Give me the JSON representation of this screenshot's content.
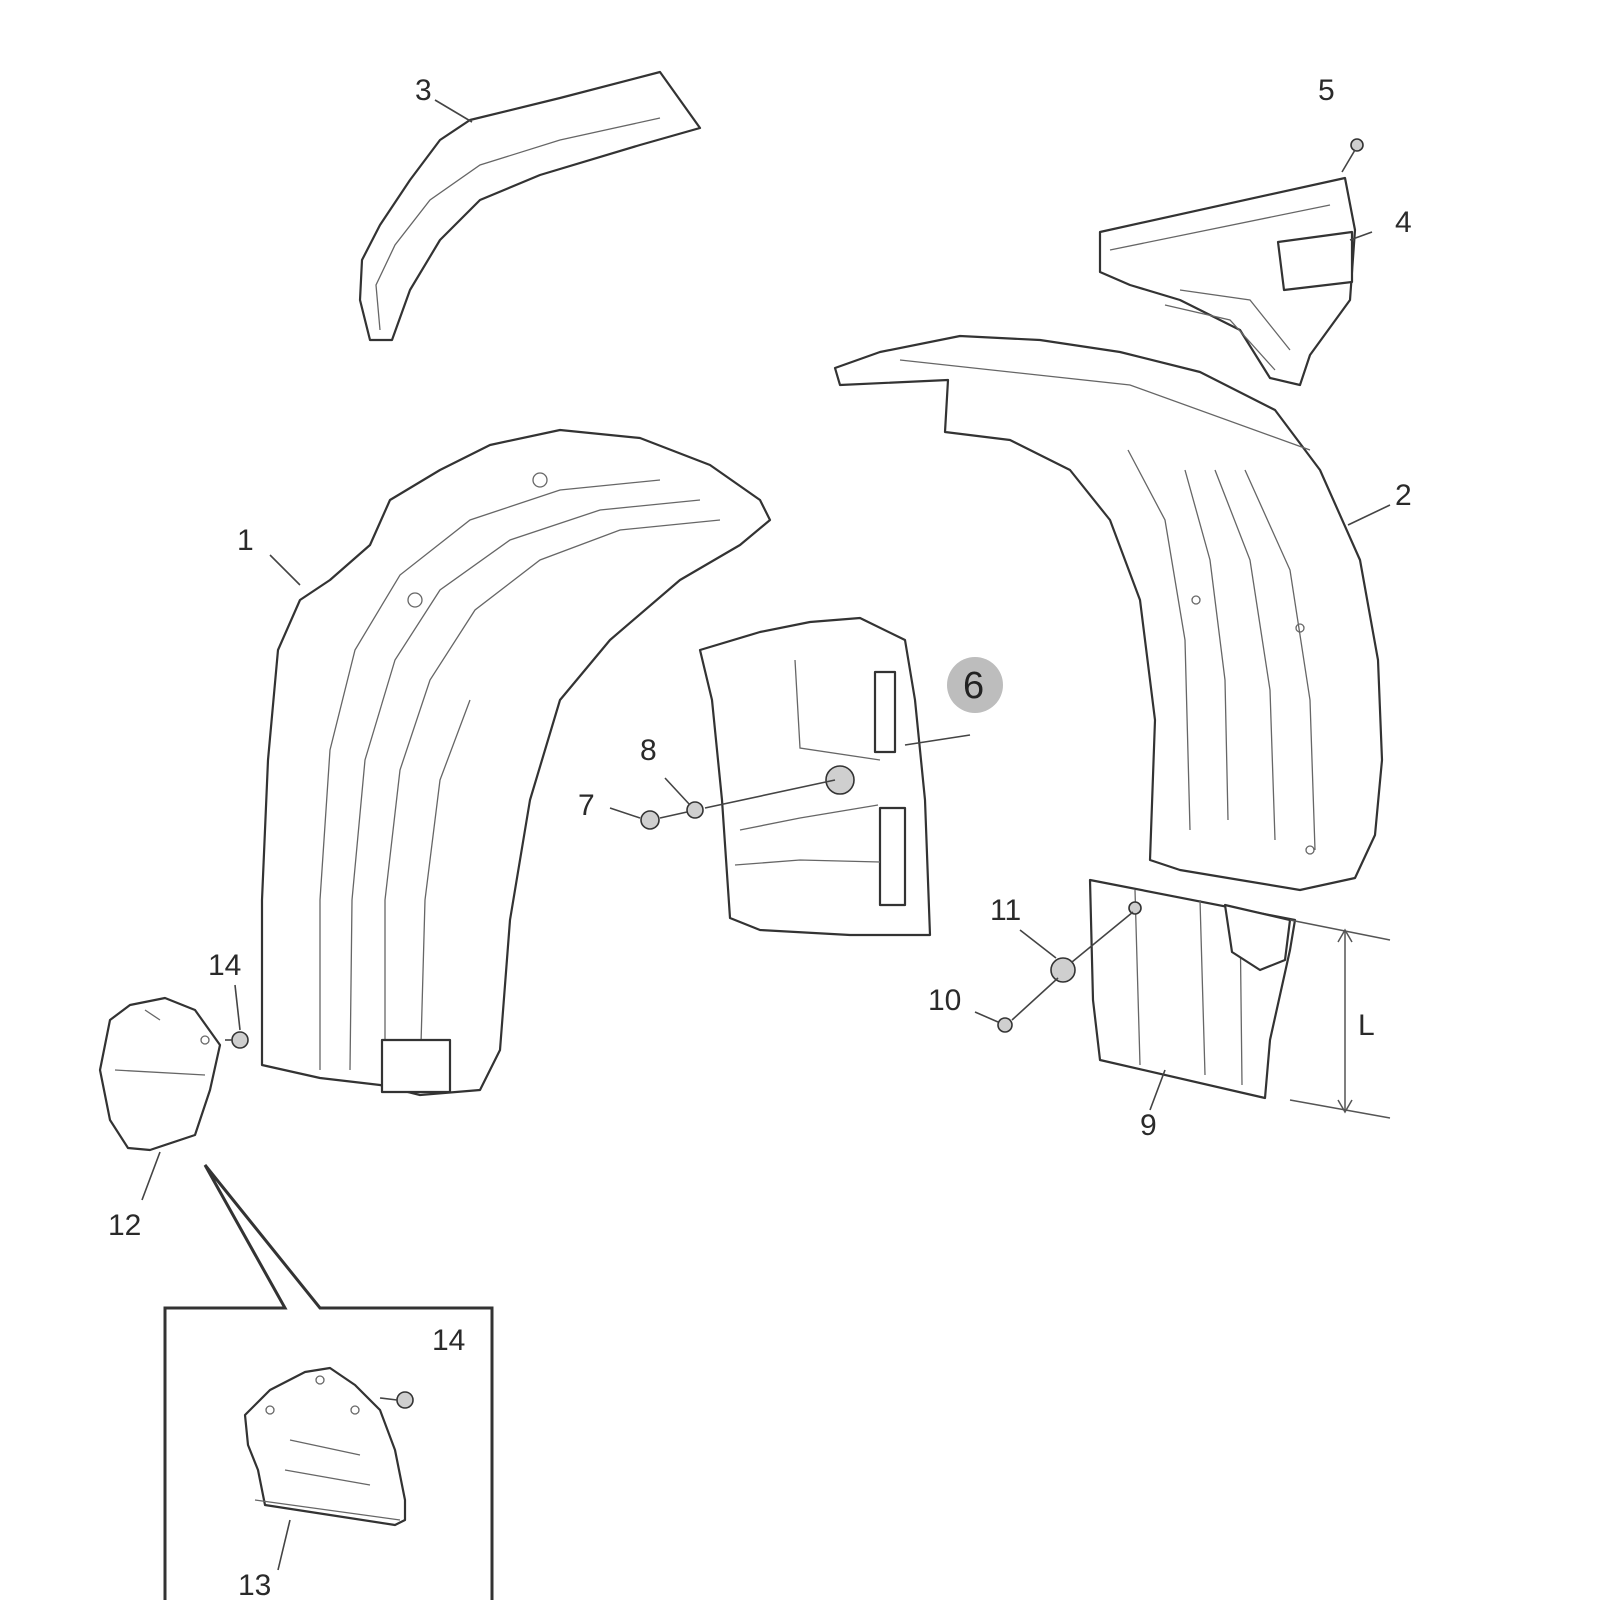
{
  "callouts": {
    "c1": "1",
    "c2": "2",
    "c3": "3",
    "c4": "4",
    "c5": "5",
    "c6": "6",
    "c7": "7",
    "c8": "8",
    "c9": "9",
    "c10": "10",
    "c11": "11",
    "c12": "12",
    "c13": "13",
    "c14a": "14",
    "c14b": "14"
  },
  "dimension_label": "L",
  "highlighted_callout": "6",
  "colors": {
    "highlight_circle": "#bdbdbd",
    "line": "#333333",
    "background": "#ffffff"
  }
}
